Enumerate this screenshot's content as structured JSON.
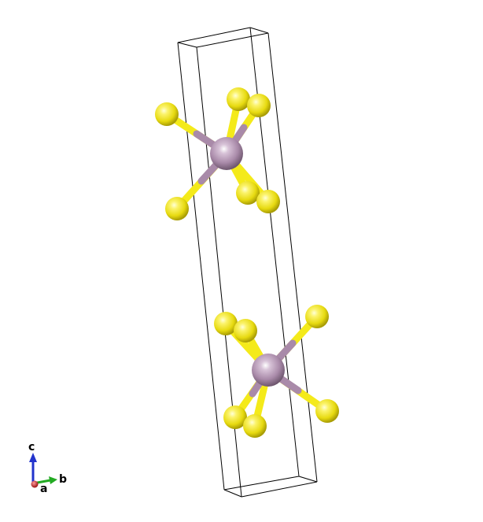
{
  "colors": {
    "background": "#ffffff",
    "cell_edges": "#000000",
    "metal_atom": "#a98aa9",
    "ligand_atom": "#f4ea1a",
    "axis_a": "#cc2222",
    "axis_b": "#22aa22",
    "axis_c": "#2233cc"
  },
  "axes": {
    "a_label": "a",
    "b_label": "b",
    "c_label": "c"
  },
  "structure": {
    "cell": "unit-cell-box",
    "atom_types": [
      "metal-atom",
      "ligand-atom"
    ],
    "octahedra": 2
  }
}
